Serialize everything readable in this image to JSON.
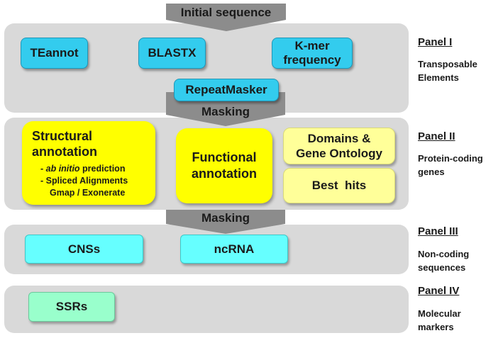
{
  "top_arrow": {
    "label": "Initial sequence"
  },
  "masking_1": {
    "label": "Masking"
  },
  "masking_2": {
    "label": "Masking"
  },
  "panel1": {
    "title": "Panel I",
    "desc_line1": "Transposable",
    "desc_line2": "Elements",
    "boxes": {
      "teannot": "TEannot",
      "blastx": "BLASTX",
      "kmer_line1": "K-mer",
      "kmer_line2": "frequency",
      "repeatmasker": "RepeatMasker"
    }
  },
  "panel2": {
    "title": "Panel II",
    "desc_line1": "Protein-coding",
    "desc_line2": "genes",
    "structural": {
      "title_line1": "Structural",
      "title_line2": "annotation",
      "bullet1_prefix": "- ",
      "bullet1_italic": "ab initio",
      "bullet1_rest": " prediction",
      "bullet2_line1": "- Spliced Alignments",
      "bullet2_line2": "Gmap / Exonerate"
    },
    "functional": {
      "line1": "Functional",
      "line2": "annotation"
    },
    "domains": {
      "line1": "Domains &",
      "line2": "Gene Ontology"
    },
    "besthits": "Best  hits"
  },
  "panel3": {
    "title": "Panel III",
    "desc_line1": "Non-coding",
    "desc_line2": "sequences",
    "cnss": "CNSs",
    "ncrna": "ncRNA"
  },
  "panel4": {
    "title": "Panel IV",
    "desc_line1": "Molecular",
    "desc_line2": "markers",
    "ssrs": "SSRs"
  },
  "colors": {
    "panel_bg": "#d9d9d9",
    "arrow": "#8c8c8c",
    "blue_box": "#33ccee",
    "yellow_box": "#ffff00",
    "light_yellow_box": "#ffff99",
    "cyan_box": "#66ffff",
    "mint_box": "#99ffcc"
  }
}
